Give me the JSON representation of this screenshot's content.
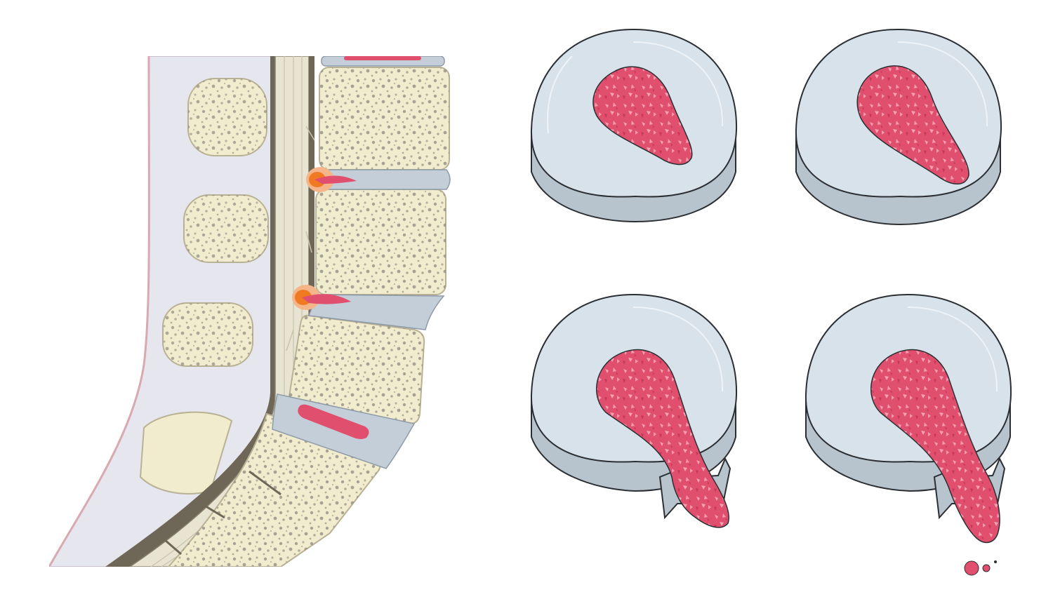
{
  "figure": {
    "panels": [
      {
        "id": "spine-sagittal",
        "kind": "lumbar-spine-sagittal-section"
      },
      {
        "id": "disc-1",
        "kind": "intervertebral-disc",
        "stage": "normal"
      },
      {
        "id": "disc-2",
        "kind": "intervertebral-disc",
        "stage": "degeneration"
      },
      {
        "id": "disc-3",
        "kind": "intervertebral-disc",
        "stage": "protrusion"
      },
      {
        "id": "disc-4",
        "kind": "intervertebral-disc",
        "stage": "sequestration"
      }
    ],
    "colors": {
      "bone": "#f2ecce",
      "bone_outline": "#c9c1a0",
      "bone_pore": "#8e8a80",
      "disc_top": "#d8e2ea",
      "disc_side": "#b7c4cd",
      "nucleus": "#e0506e",
      "cord_dark": "#6e6656",
      "soft_tissue": "#e6e6ee",
      "inflammation": "#f07a22"
    }
  }
}
